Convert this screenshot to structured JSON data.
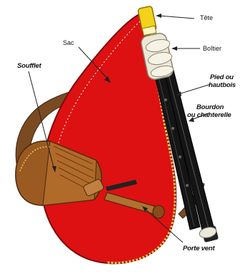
{
  "diagram": {
    "labels": {
      "tete": "Tête",
      "boitier": "Boîtier",
      "sac": "Sac",
      "soufflet": "Soufflet",
      "pied_line1": "Pied ou",
      "pied_line2": "hautbois",
      "bourdon_line1": "Bourdon",
      "bourdon_line2": "ou chanterelle",
      "porte_vent": "Porte vent"
    },
    "colors": {
      "bag_red": "#dd1111",
      "bag_outline": "#7a0a0a",
      "trim_gold": "#e8c75a",
      "pipe_black": "#151515",
      "mouthpiece_yellow": "#f2d21a",
      "bellows_brown": "#9a5a22",
      "strap_brown": "#7a4a22",
      "boitier_ivory": "#ece8d8"
    }
  }
}
